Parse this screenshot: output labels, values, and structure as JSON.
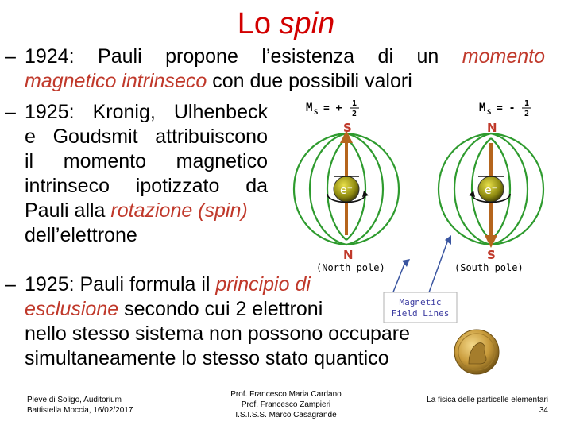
{
  "title": {
    "plain": "Lo ",
    "italic": "spin"
  },
  "bullet1": {
    "line1_pre": "1924: Pauli propone l’esistenza di un ",
    "line1_red": "momento",
    "line2_red": "magnetico intrinseco",
    "line2_post": " con due possibili valori"
  },
  "bullet2": {
    "line1": "1925: Kronig, Ulhenbeck",
    "line2": "e Goudsmit attribuiscono",
    "line3": "il momento magnetico",
    "line4": "intrinseco ipotizzato da",
    "line5_pre": "Pauli alla ",
    "line5_red": "rotazione (spin)",
    "line6": "dell’elettrone"
  },
  "bullet3": {
    "line1_pre": "1925: Pauli formula il ",
    "line1_red": "principio di",
    "line2_red": "esclusione",
    "line2_post": " secondo cui 2 elettroni",
    "line3": "nello stesso sistema non possono occupare",
    "line4": "simultaneamente lo stesso stato quantico"
  },
  "bullet_dash": "–",
  "diagram": {
    "ms_left": "M",
    "ms_left_sub": "S",
    "ms_left_value": "= + ",
    "ms_left_num": "1",
    "ms_left_den": "2",
    "ms_right": "M",
    "ms_right_sub": "S",
    "ms_right_value": "= - ",
    "ms_right_num": "1",
    "ms_right_den": "2",
    "left_top_pole": "S",
    "left_bottom_pole": "N",
    "right_top_pole": "N",
    "right_bottom_pole": "S",
    "electron_label": "e⁻",
    "north_pole_caption": "(North pole)",
    "south_pole_caption": "(South pole)",
    "field_lines_label_1": "Magnetic",
    "field_lines_label_2": "Field Lines"
  },
  "footer": {
    "left_line1": "Pieve di Soligo, Auditorium",
    "left_line2": "Battistella Moccia, 16/02/2017",
    "center_line1": "Prof. Francesco Maria Cardano",
    "center_line2": "Prof. Francesco Zampieri",
    "center_line3": "I.S.I.S.S. Marco Casagrande",
    "right_line1": "La fisica delle particelle elementari",
    "right_line2": "34"
  },
  "colors": {
    "title": "#d20000",
    "emphasis": "#c0392b",
    "field_lines": "#2e9b2e",
    "arrow": "#b5651d",
    "pole_label": "#c0392b"
  }
}
